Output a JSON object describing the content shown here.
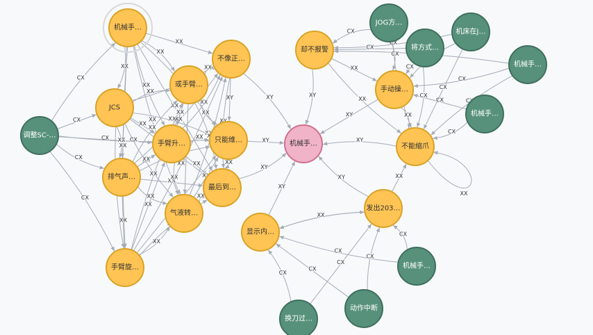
{
  "colors": {
    "yellow_fill": "#ffc454",
    "yellow_stroke": "#d9a326",
    "green_fill": "#57917c",
    "green_stroke": "#3f6f5d",
    "pink_fill": "#f0b3c8",
    "pink_stroke": "#d0708f",
    "edge": "#a5abb6",
    "label_dark": "#333333",
    "label_light": "#ffffff"
  },
  "graph": {
    "nodes": [
      {
        "id": "jxs",
        "label": "机械手…",
        "type": "yellow",
        "selected": true
      },
      {
        "id": "jcs",
        "label": "JCS",
        "type": "yellow"
      },
      {
        "id": "pqs",
        "label": "排气声…",
        "type": "yellow"
      },
      {
        "id": "sbx",
        "label": "手臂旋…",
        "type": "yellow"
      },
      {
        "id": "hsb",
        "label": "或手臂…",
        "type": "yellow"
      },
      {
        "id": "sbs",
        "label": "手臂升…",
        "type": "yellow"
      },
      {
        "id": "qyz",
        "label": "气液转…",
        "type": "yellow"
      },
      {
        "id": "bxz",
        "label": "不像正…",
        "type": "yellow"
      },
      {
        "id": "znw",
        "label": "只能维…",
        "type": "yellow"
      },
      {
        "id": "zhd",
        "label": "最后到…",
        "type": "yellow"
      },
      {
        "id": "tz",
        "label": "调整SC-…",
        "type": "green"
      },
      {
        "id": "jxc",
        "label": "机械手…",
        "type": "pink"
      },
      {
        "id": "qbbj",
        "label": "却不报警",
        "type": "yellow"
      },
      {
        "id": "jog",
        "label": "JOG方…",
        "type": "green"
      },
      {
        "id": "jcz",
        "label": "机床在J…",
        "type": "green"
      },
      {
        "id": "jfs",
        "label": "将方式…",
        "type": "green"
      },
      {
        "id": "jxr",
        "label": "机械手…",
        "type": "green"
      },
      {
        "id": "jxg",
        "label": "机械手…",
        "type": "green"
      },
      {
        "id": "sdc",
        "label": "手动操…",
        "type": "yellow"
      },
      {
        "id": "bnsz",
        "label": "不能缩爪",
        "type": "yellow"
      },
      {
        "id": "fc",
        "label": "发出203…",
        "type": "yellow"
      },
      {
        "id": "xsn",
        "label": "显示内…",
        "type": "yellow"
      },
      {
        "id": "jxb",
        "label": "机械手…",
        "type": "green"
      },
      {
        "id": "hdg",
        "label": "换刀过…",
        "type": "green"
      },
      {
        "id": "dzzd",
        "label": "动作中断",
        "type": "green"
      }
    ],
    "edges": [
      {
        "s": "tz",
        "t": "jxs",
        "label": "CX"
      },
      {
        "s": "tz",
        "t": "jcs",
        "label": "CX"
      },
      {
        "s": "tz",
        "t": "pqs",
        "label": "CX"
      },
      {
        "s": "tz",
        "t": "sbx",
        "label": "CX"
      },
      {
        "s": "tz",
        "t": "sbs",
        "label": "CX"
      },
      {
        "s": "tz",
        "t": "znw",
        "label": "CX"
      },
      {
        "s": "jcs",
        "t": "pqs",
        "label": "XX"
      },
      {
        "s": "pqs",
        "t": "sbx",
        "label": "XX"
      },
      {
        "s": "jcs",
        "t": "sbx",
        "label": "XX"
      },
      {
        "s": "jxs",
        "t": "jcs",
        "label": "XX"
      },
      {
        "s": "jxs",
        "t": "pqs",
        "label": "XX"
      },
      {
        "s": "jxs",
        "t": "sbx",
        "label": "XX"
      },
      {
        "s": "jxs",
        "t": "hsb",
        "label": "XX"
      },
      {
        "s": "jxs",
        "t": "bxz",
        "label": "XX"
      },
      {
        "s": "jxs",
        "t": "sbs",
        "label": "XX"
      },
      {
        "s": "jxs",
        "t": "znw",
        "label": "XX"
      },
      {
        "s": "jxs",
        "t": "zhd",
        "label": "XX"
      },
      {
        "s": "jxs",
        "t": "qyz",
        "label": "XX"
      },
      {
        "s": "jcs",
        "t": "hsb",
        "label": "XX"
      },
      {
        "s": "jcs",
        "t": "sbs",
        "label": "XX"
      },
      {
        "s": "jcs",
        "t": "bxz",
        "label": "XX"
      },
      {
        "s": "jcs",
        "t": "znw",
        "label": "XX"
      },
      {
        "s": "jcs",
        "t": "zhd",
        "label": "XX"
      },
      {
        "s": "jcs",
        "t": "qyz",
        "label": "XX"
      },
      {
        "s": "pqs",
        "t": "hsb",
        "label": "XX"
      },
      {
        "s": "pqs",
        "t": "sbs",
        "label": "XX"
      },
      {
        "s": "pqs",
        "t": "bxz",
        "label": "XX"
      },
      {
        "s": "pqs",
        "t": "znw",
        "label": "XX"
      },
      {
        "s": "pqs",
        "t": "zhd",
        "label": "XX"
      },
      {
        "s": "pqs",
        "t": "qyz",
        "label": "XX"
      },
      {
        "s": "sbx",
        "t": "hsb",
        "label": "XX"
      },
      {
        "s": "sbx",
        "t": "sbs",
        "label": "XX"
      },
      {
        "s": "sbx",
        "t": "qyz",
        "label": "XX"
      },
      {
        "s": "sbx",
        "t": "zhd",
        "label": "XX"
      },
      {
        "s": "sbx",
        "t": "znw",
        "label": "XX"
      },
      {
        "s": "sbx",
        "t": "bxz",
        "label": "XX"
      },
      {
        "s": "hsb",
        "t": "bxz",
        "label": "XX"
      },
      {
        "s": "hsb",
        "t": "sbs",
        "label": "XX"
      },
      {
        "s": "hsb",
        "t": "znw",
        "label": "XX"
      },
      {
        "s": "hsb",
        "t": "zhd",
        "label": "XX"
      },
      {
        "s": "hsb",
        "t": "qyz",
        "label": "XX"
      },
      {
        "s": "sbs",
        "t": "bxz",
        "label": "XX"
      },
      {
        "s": "sbs",
        "t": "znw",
        "label": "XX"
      },
      {
        "s": "sbs",
        "t": "zhd",
        "label": "XX"
      },
      {
        "s": "sbs",
        "t": "qyz",
        "label": "XX"
      },
      {
        "s": "qyz",
        "t": "zhd",
        "label": "XX"
      },
      {
        "s": "qyz",
        "t": "znw",
        "label": "XX"
      },
      {
        "s": "qyz",
        "t": "bxz",
        "label": "XX"
      },
      {
        "s": "znw",
        "t": "zhd",
        "label": "XX"
      },
      {
        "s": "bxz",
        "t": "znw",
        "label": "XY"
      },
      {
        "s": "bxz",
        "t": "zhd",
        "label": "XY"
      },
      {
        "s": "bxz",
        "t": "jxc",
        "label": "XY"
      },
      {
        "s": "znw",
        "t": "jxc",
        "label": "XY"
      },
      {
        "s": "zhd",
        "t": "jxc",
        "label": "XY"
      },
      {
        "s": "qbbj",
        "t": "jxc",
        "label": "XY"
      },
      {
        "s": "sdc",
        "t": "jxc",
        "label": "XY"
      },
      {
        "s": "bnsz",
        "t": "jxc",
        "label": "XY"
      },
      {
        "s": "fc",
        "t": "jxc",
        "label": "XY"
      },
      {
        "s": "xsn",
        "t": "jxc",
        "label": "XY"
      },
      {
        "s": "jog",
        "t": "qbbj",
        "label": "CX"
      },
      {
        "s": "jcz",
        "t": "qbbj",
        "label": "CX"
      },
      {
        "s": "jfs",
        "t": "qbbj",
        "label": "CX"
      },
      {
        "s": "jxr",
        "t": "qbbj",
        "label": "CX"
      },
      {
        "s": "jog",
        "t": "sdc",
        "label": "CX"
      },
      {
        "s": "jfs",
        "t": "sdc",
        "label": "CX"
      },
      {
        "s": "jcz",
        "t": "sdc",
        "label": "CX"
      },
      {
        "s": "jxr",
        "t": "sdc",
        "label": "CX"
      },
      {
        "s": "jxg",
        "t": "sdc",
        "label": "CX"
      },
      {
        "s": "jog",
        "t": "bnsz",
        "label": "CX"
      },
      {
        "s": "jfs",
        "t": "bnsz",
        "label": "CX"
      },
      {
        "s": "jcz",
        "t": "bnsz",
        "label": "CX"
      },
      {
        "s": "jxr",
        "t": "bnsz",
        "label": "CX"
      },
      {
        "s": "jxg",
        "t": "bnsz",
        "label": "CX"
      },
      {
        "s": "qbbj",
        "t": "sdc",
        "label": "XX"
      },
      {
        "s": "qbbj",
        "t": "bnsz",
        "label": "XX"
      },
      {
        "s": "sdc",
        "t": "bnsz",
        "label": "XX"
      },
      {
        "s": "bnsz",
        "t": "bnsz",
        "label": "XX"
      },
      {
        "s": "fc",
        "t": "xsn",
        "label": "XX"
      },
      {
        "s": "xsn",
        "t": "fc",
        "label": "XX"
      },
      {
        "s": "fc",
        "t": "bnsz",
        "label": "XX"
      },
      {
        "s": "jxb",
        "t": "fc",
        "label": "CX"
      },
      {
        "s": "jxb",
        "t": "xsn",
        "label": "CX"
      },
      {
        "s": "hdg",
        "t": "fc",
        "label": "CX"
      },
      {
        "s": "hdg",
        "t": "xsn",
        "label": "CX"
      },
      {
        "s": "dzzd",
        "t": "fc",
        "label": "CX"
      },
      {
        "s": "dzzd",
        "t": "xsn",
        "label": "CX"
      }
    ]
  }
}
